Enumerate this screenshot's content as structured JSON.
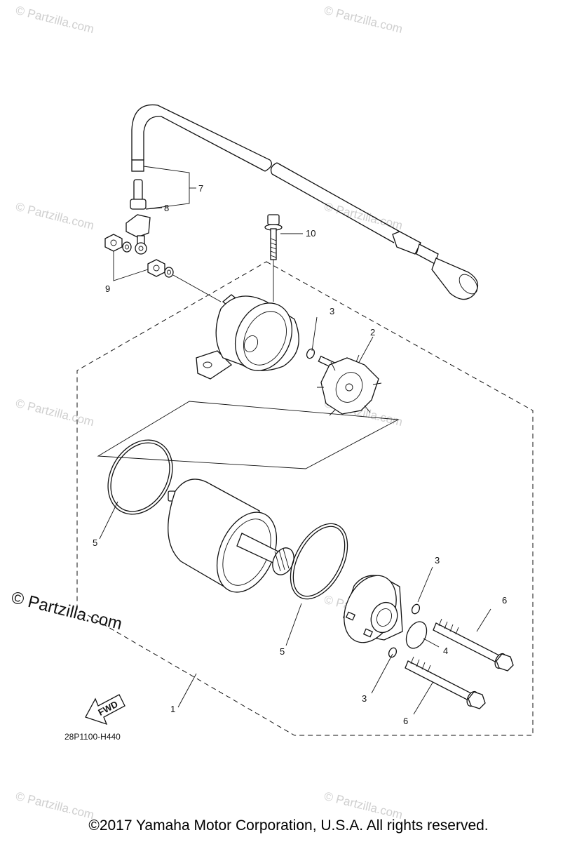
{
  "watermark_text": "© Partzilla.com",
  "watermark_main": "© Partzilla.com",
  "diagram_code": "28P1100-H440",
  "fwd_label": "FWD",
  "copyright": "©2017  Yamaha Motor Corporation, U.S.A. All rights reserved.",
  "callouts": {
    "c1": "1",
    "c2": "2",
    "c3a": "3",
    "c3b": "3",
    "c3c": "3",
    "c4": "4",
    "c5a": "5",
    "c5b": "5",
    "c6a": "6",
    "c6b": "6",
    "c7": "7",
    "c8": "8",
    "c9": "9",
    "c10": "10"
  }
}
